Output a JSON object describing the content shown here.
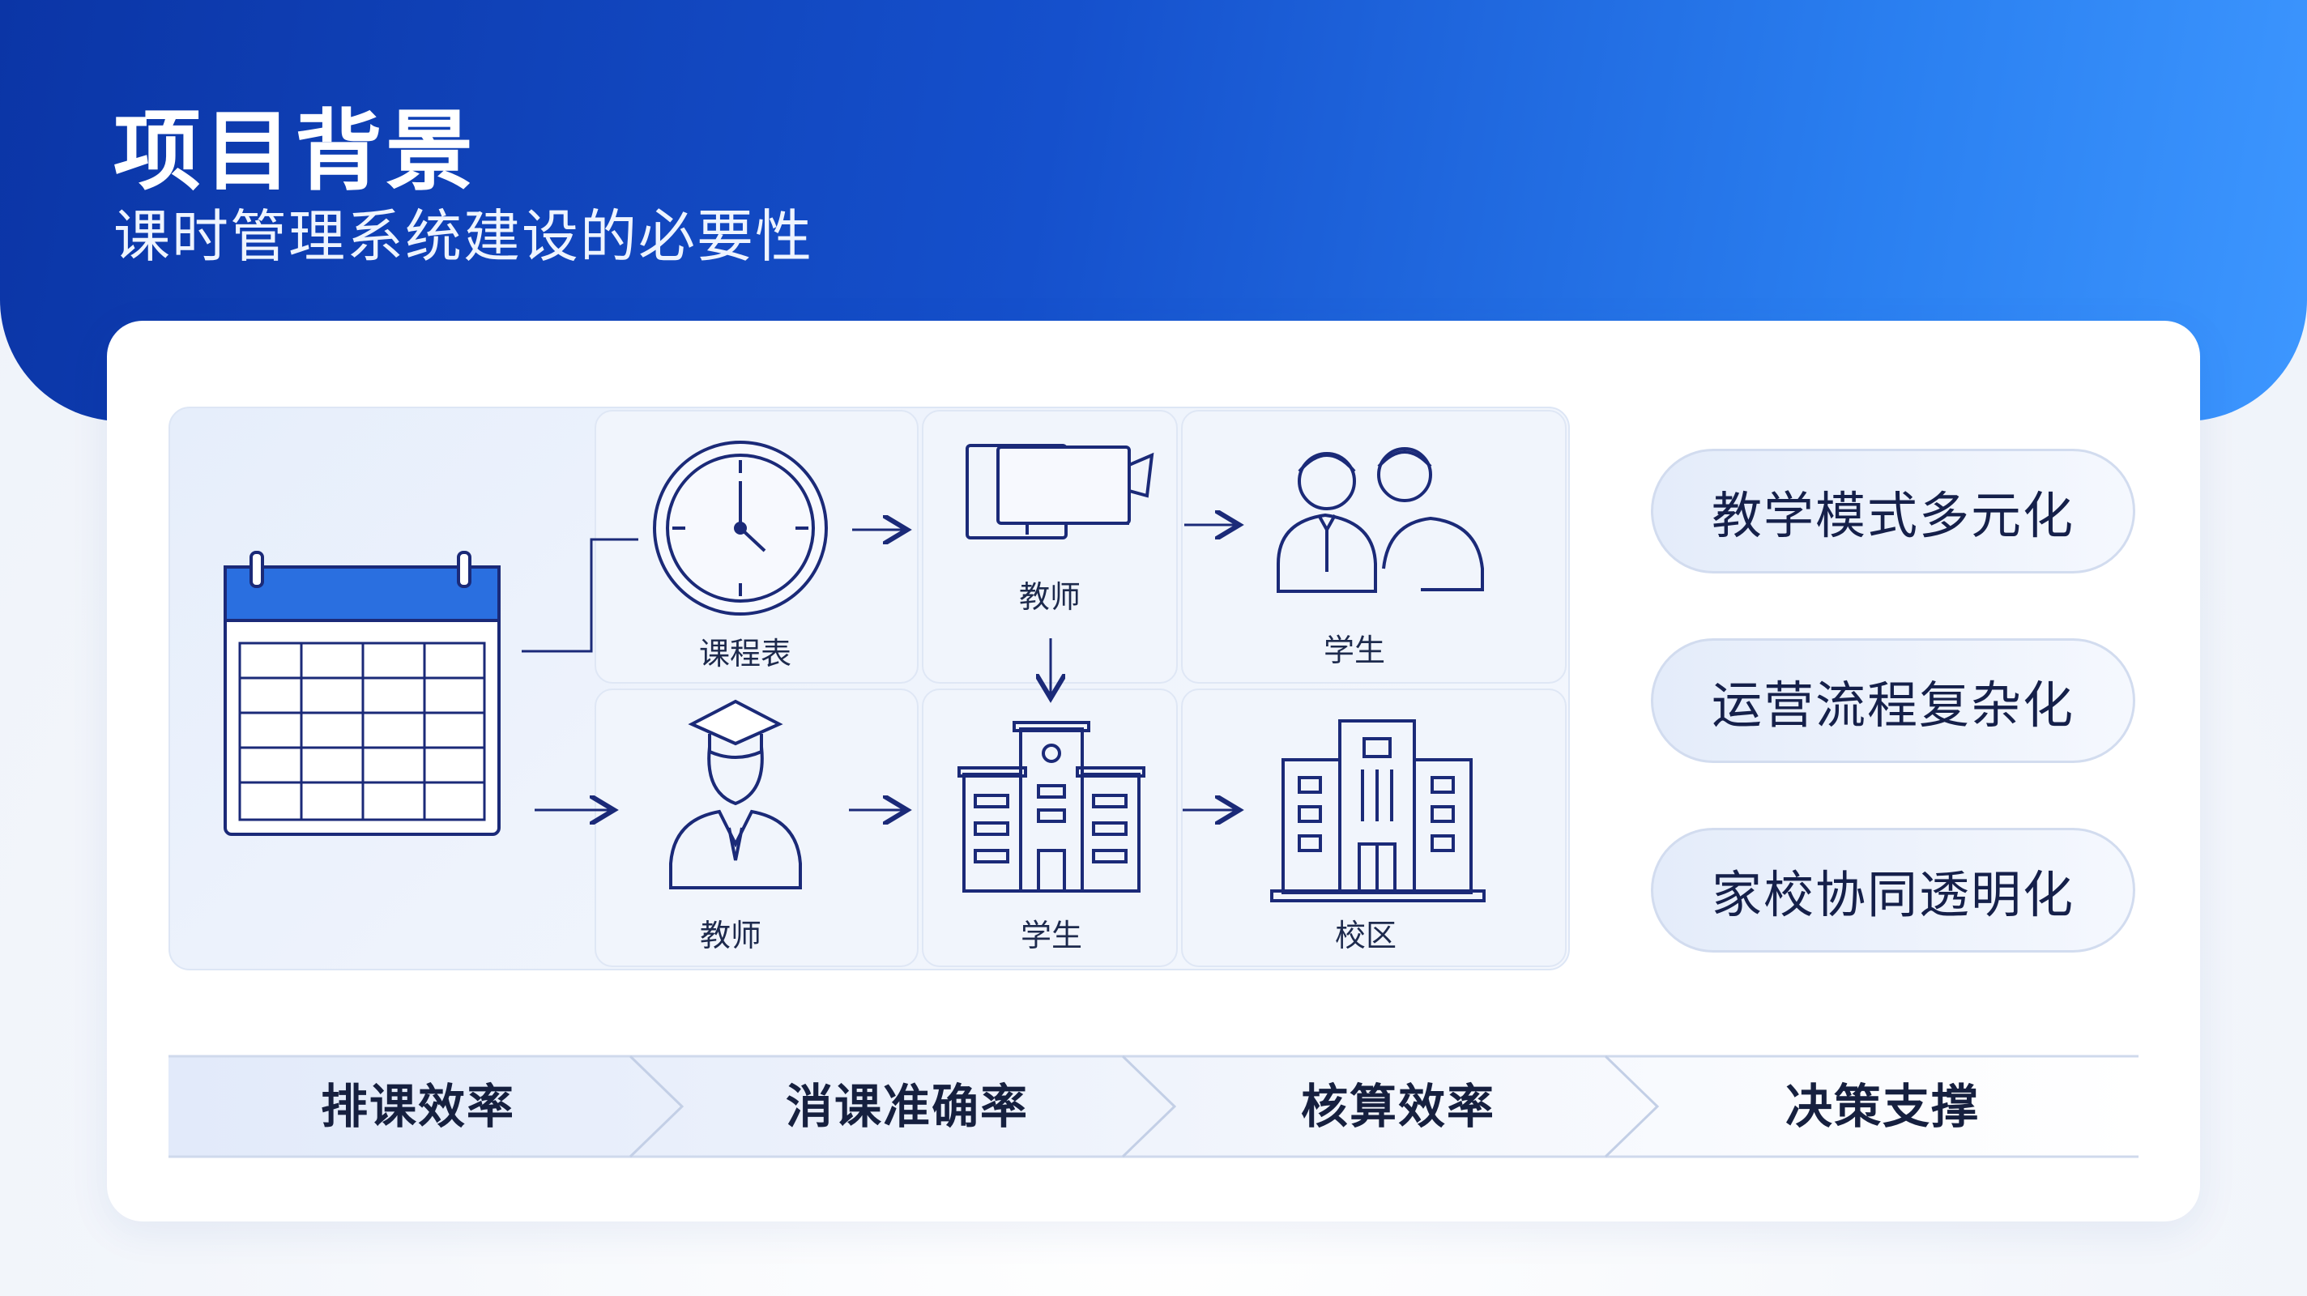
{
  "header": {
    "title": "项目背景",
    "subtitle": "课时管理系统建设的必要性"
  },
  "diagram": {
    "nodes": {
      "schedule": "课程表",
      "teacher_device": "教师",
      "students_group": "学生",
      "teacher": "教师",
      "student_school": "学生",
      "campus": "校区"
    }
  },
  "features": [
    "教学模式多元化",
    "运营流程复杂化",
    "家校协同透明化"
  ],
  "flow_steps": [
    "排课效率",
    "消课准确率",
    "核算效率",
    "决策支撑"
  ],
  "colors": {
    "brand_dark": "#0b35a6",
    "brand_light": "#3d97ff",
    "icon_stroke": "#1b2a78",
    "calendar_header": "#2a6fe0"
  },
  "icons": [
    "calendar-icon",
    "clock-icon",
    "monitor-icon",
    "people-icon",
    "graduate-teacher-icon",
    "school-building-icon",
    "campus-building-icon",
    "arrow-right-icon",
    "arrow-down-icon"
  ]
}
